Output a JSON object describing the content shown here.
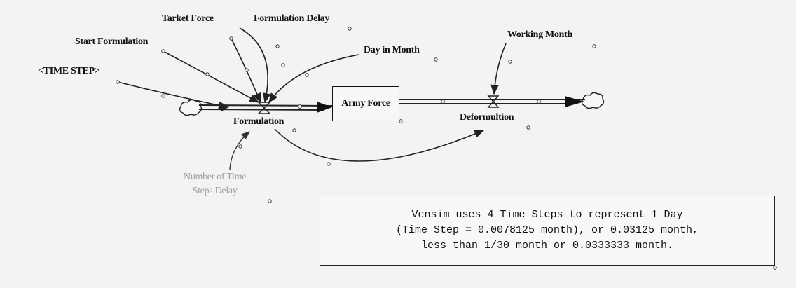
{
  "variables": {
    "tarket_force": "Tarket Force",
    "formulation_delay": "Formulation Delay",
    "start_formulation": "Start Formulation",
    "day_in_month": "Day in Month",
    "working_month": "Working Month",
    "time_step": "<TIME STEP>",
    "formulation": "Formulation",
    "army_force": "Army Force",
    "deformultion": "Deformultion",
    "number_of_time_steps_delay_line1": "Number of Time",
    "number_of_time_steps_delay_line2": "Steps Delay"
  },
  "note": {
    "line1": "Vensim uses 4 Time Steps to represent 1 Day",
    "line2": "(Time Step = 0.0078125 month), or 0.03125 month,",
    "line3": "less than 1/30 month or 0.0333333 month."
  },
  "colors": {
    "ink": "#111111",
    "muted_label": "#9a9a9a",
    "background": "#f3f3f1"
  }
}
